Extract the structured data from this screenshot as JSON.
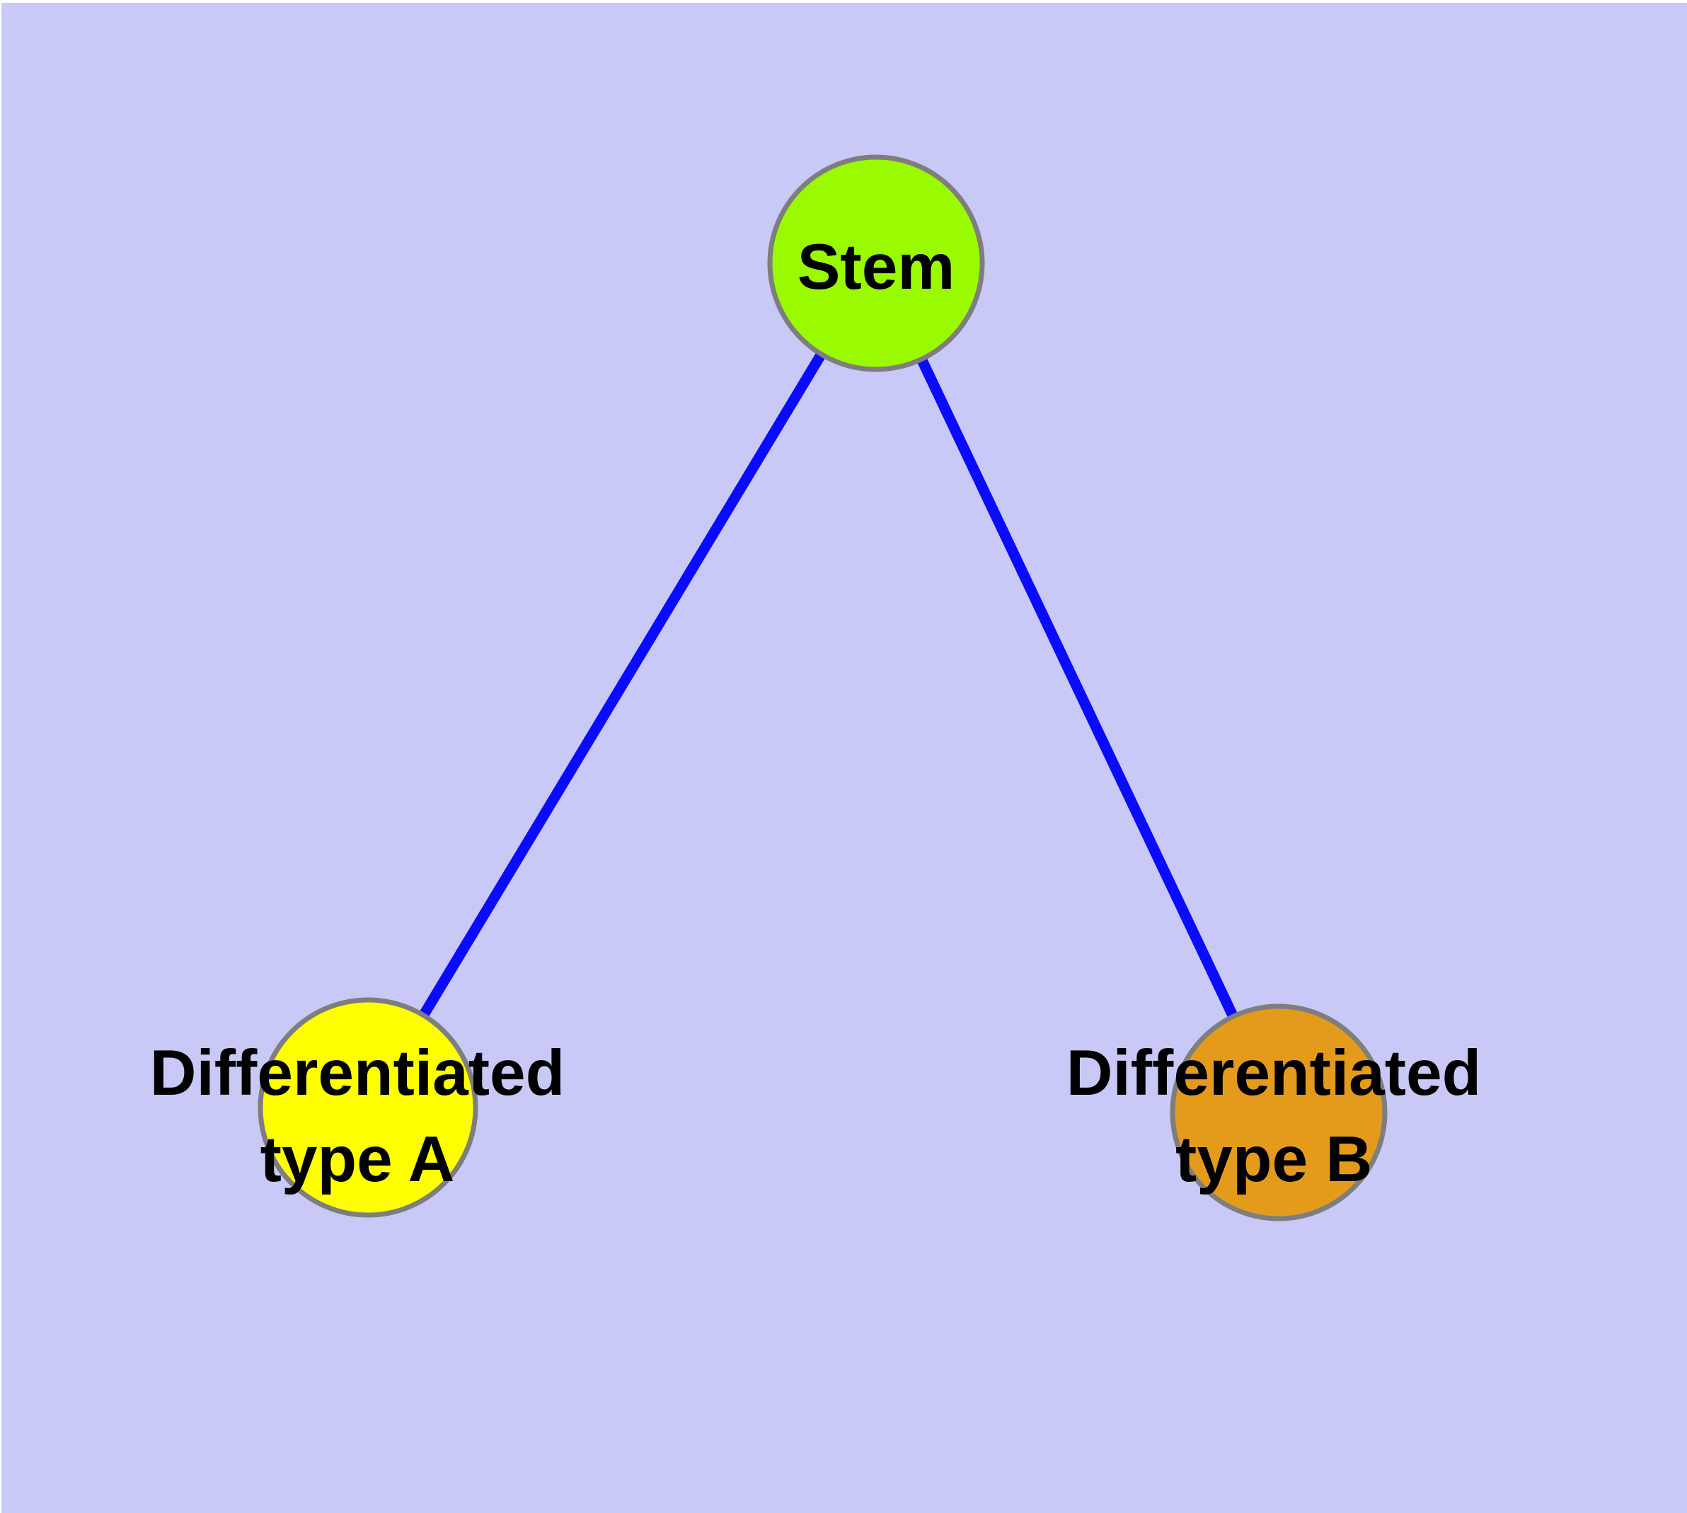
{
  "diagram": {
    "type": "node-link-graph",
    "background_color": "#C9C9F7",
    "node_border_color": "#7E7E7E",
    "edge_color": "#0A0AFF",
    "label_color": "#000000",
    "nodes": {
      "stem": {
        "label": "Stem",
        "fill": "#9AFB00"
      },
      "type_a": {
        "label_line1": "Differentiated",
        "label_line2": "type A",
        "fill": "#FFFF00"
      },
      "type_b": {
        "label_line1": "Differentiated",
        "label_line2": "type B",
        "fill": "#E49B1C"
      }
    },
    "edges": [
      {
        "from": "stem",
        "to": "type_a"
      },
      {
        "from": "stem",
        "to": "type_b"
      }
    ]
  }
}
